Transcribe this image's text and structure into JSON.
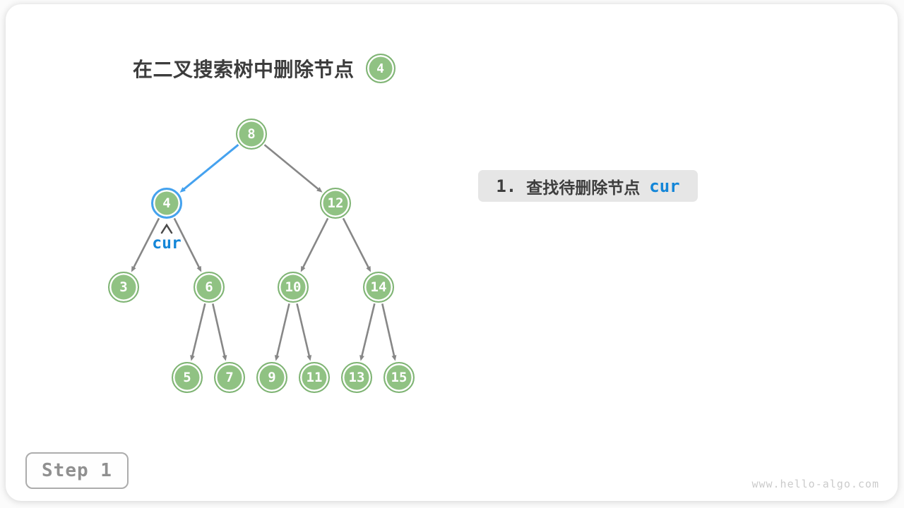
{
  "header": {
    "title": "在二叉搜索树中删除节点",
    "badge_value": "4"
  },
  "tree": {
    "nodes": [
      {
        "id": "8",
        "value": "8",
        "highlighted": false
      },
      {
        "id": "4",
        "value": "4",
        "highlighted": true
      },
      {
        "id": "12",
        "value": "12",
        "highlighted": false
      },
      {
        "id": "3",
        "value": "3",
        "highlighted": false
      },
      {
        "id": "6",
        "value": "6",
        "highlighted": false
      },
      {
        "id": "10",
        "value": "10",
        "highlighted": false
      },
      {
        "id": "14",
        "value": "14",
        "highlighted": false
      },
      {
        "id": "5",
        "value": "5",
        "highlighted": false
      },
      {
        "id": "7",
        "value": "7",
        "highlighted": false
      },
      {
        "id": "9",
        "value": "9",
        "highlighted": false
      },
      {
        "id": "11",
        "value": "11",
        "highlighted": false
      },
      {
        "id": "13",
        "value": "13",
        "highlighted": false
      },
      {
        "id": "15",
        "value": "15",
        "highlighted": false
      }
    ],
    "edges": [
      {
        "from": "8",
        "to": "4",
        "highlighted": true
      },
      {
        "from": "8",
        "to": "12",
        "highlighted": false
      },
      {
        "from": "4",
        "to": "3",
        "highlighted": false
      },
      {
        "from": "4",
        "to": "6",
        "highlighted": false
      },
      {
        "from": "12",
        "to": "10",
        "highlighted": false
      },
      {
        "from": "12",
        "to": "14",
        "highlighted": false
      },
      {
        "from": "6",
        "to": "5",
        "highlighted": false
      },
      {
        "from": "6",
        "to": "7",
        "highlighted": false
      },
      {
        "from": "10",
        "to": "9",
        "highlighted": false
      },
      {
        "from": "10",
        "to": "11",
        "highlighted": false
      },
      {
        "from": "14",
        "to": "13",
        "highlighted": false
      },
      {
        "from": "14",
        "to": "15",
        "highlighted": false
      }
    ],
    "pointer": {
      "label": "cur",
      "target": "4"
    }
  },
  "step_panel": {
    "number": "1.",
    "text": "查找待删除节点",
    "code": "cur"
  },
  "footer": {
    "step_label": "Step 1",
    "watermark": "www.hello-algo.com"
  },
  "colors": {
    "node_fill": "#90C283",
    "node_border": "#7FB474",
    "highlight_blue": "#45A2EF",
    "code_blue": "#1486D8",
    "arrow_gray": "#878787",
    "caret_dark": "#4A4A4A"
  }
}
